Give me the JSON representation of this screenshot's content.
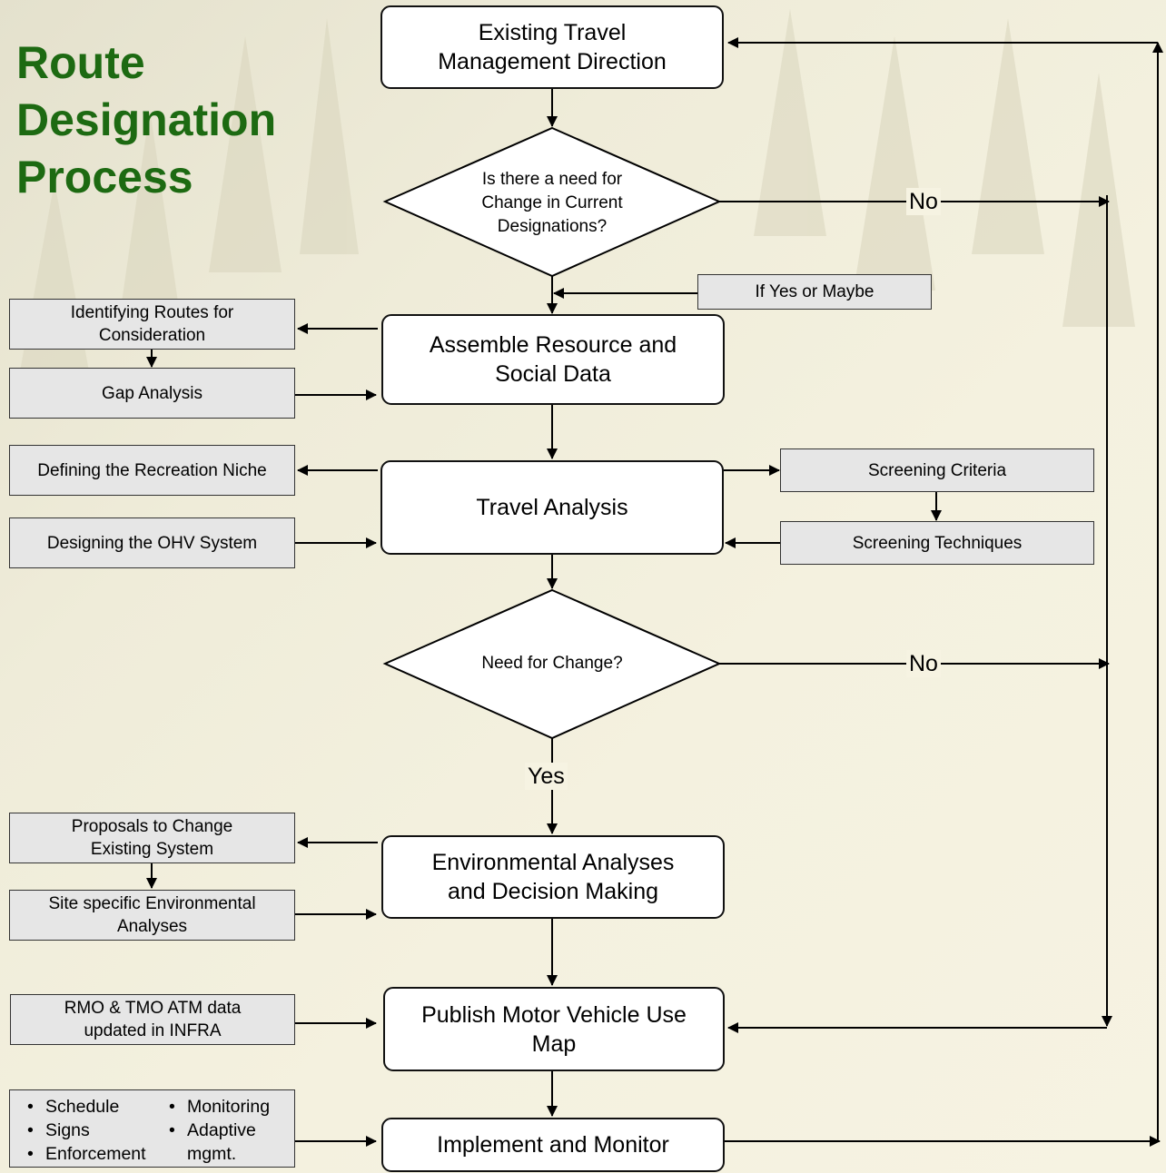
{
  "title_lines": [
    "Route",
    "Designation",
    "Process"
  ],
  "main_steps": {
    "existing": "Existing Travel Management Direction",
    "assemble": "Assemble Resource and Social Data",
    "travel": "Travel Analysis",
    "env": "Environmental Analyses and Decision Making",
    "publish": "Publish Motor Vehicle Use Map",
    "implement": "Implement and Monitor"
  },
  "decisions": {
    "d1": "Is there a need for Change in Current Designations?",
    "d2": "Need for Change?"
  },
  "labels": {
    "no1": "No",
    "no2": "No",
    "yes": "Yes",
    "if_yes": "If Yes or Maybe"
  },
  "side_boxes": {
    "identifying": "Identifying Routes for Consideration",
    "gap": "Gap Analysis",
    "defining": "Defining the Recreation Niche",
    "designing": "Designing the OHV System",
    "screening_criteria": "Screening Criteria",
    "screening_techniques": "Screening Techniques",
    "proposals": "Proposals to Change Existing System",
    "site": "Site specific Environmental Analyses",
    "rmo": "RMO & TMO ATM  data updated in INFRA"
  },
  "implement_list": {
    "left": [
      "Schedule",
      "Signs",
      "Enforcement"
    ],
    "right": [
      "Monitoring",
      "Adaptive",
      "mgmt."
    ]
  },
  "colors": {
    "title": "#1d6a12",
    "side_fill": "#e6e6e6",
    "step_fill": "#ffffff"
  }
}
